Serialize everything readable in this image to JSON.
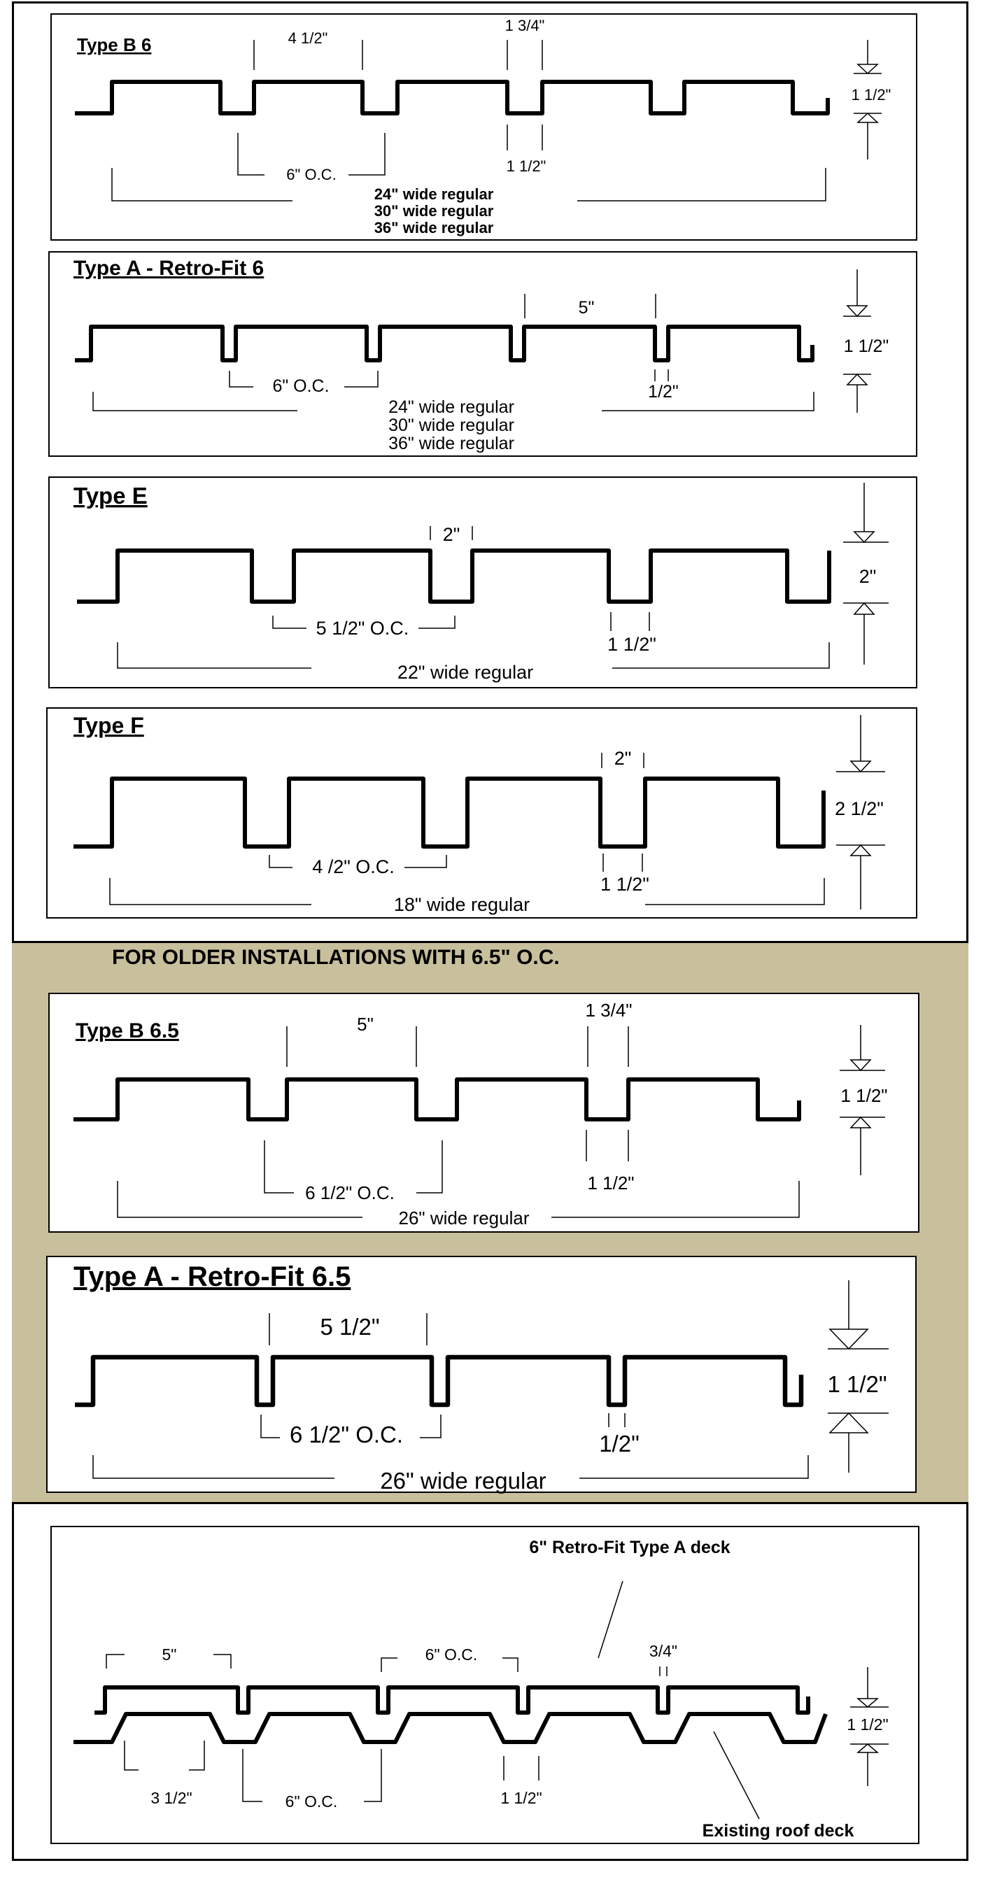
{
  "band_title": "FOR OLDER INSTALLATIONS WITH 6.5\" O.C.",
  "panels": [
    {
      "title": "Type B 6",
      "labels": [
        "4 1/2\"",
        "1 3/4\"",
        "6\" O.C.",
        "1 1/2\"",
        "1 1/2\""
      ],
      "widths": [
        "24\" wide regular",
        "30\" wide regular",
        "36\" wide regular"
      ]
    },
    {
      "title": "Type A - Retro-Fit 6",
      "labels": [
        "5\"",
        "6\" O.C.",
        "1/2\"",
        "1 1/2\""
      ],
      "widths": [
        "24\" wide regular",
        "30\" wide regular",
        "36\" wide regular"
      ]
    },
    {
      "title": "Type E",
      "labels": [
        "2\"",
        "5 1/2\" O.C.",
        "1 1/2\"",
        "2\""
      ],
      "widths": [
        "22\" wide regular"
      ]
    },
    {
      "title": "Type F",
      "labels": [
        "2\"",
        "4 /2\" O.C.",
        "1 1/2\"",
        "2 1/2\""
      ],
      "widths": [
        "18\" wide regular"
      ]
    },
    {
      "title": "Type B 6.5",
      "labels": [
        "5\"",
        "1 3/4\"",
        "6 1/2\" O.C.",
        "1 1/2\"",
        "1 1/2\""
      ],
      "widths": [
        "26\" wide regular"
      ]
    },
    {
      "title": "Type A - Retro-Fit 6.5",
      "labels": [
        "5 1/2\"",
        "6 1/2\" O.C.",
        "1/2\"",
        "1 1/2\""
      ],
      "widths": [
        "26\" wide regular"
      ]
    },
    {
      "title": "",
      "labels": [
        "6\" Retro-Fit Type A deck",
        "5\"",
        "6\" O.C.",
        "3/4\"",
        "3 1/2\"",
        "6\" O.C.",
        "1 1/2\"",
        "1 1/2\"",
        "Existing roof deck"
      ],
      "widths": []
    }
  ]
}
